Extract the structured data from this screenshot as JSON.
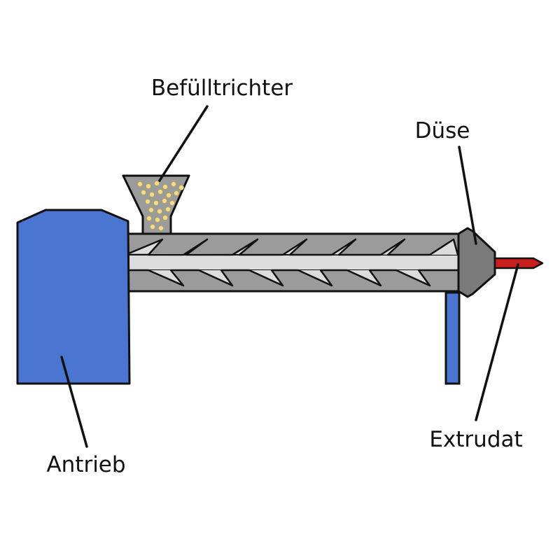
{
  "labels": {
    "hopper": "Befülltrichter",
    "nozzle": "Düse",
    "drive": "Antrieb",
    "extrudate": "Extrudat"
  },
  "colors": {
    "drive": "#4a76d1",
    "barrel": "#9b9b9b",
    "screw": "#dcdcdc",
    "nozzle": "#7a7a7a",
    "extrudate": "#c81e1e",
    "pellets": "#f0dc8c",
    "outline": "#111111"
  }
}
